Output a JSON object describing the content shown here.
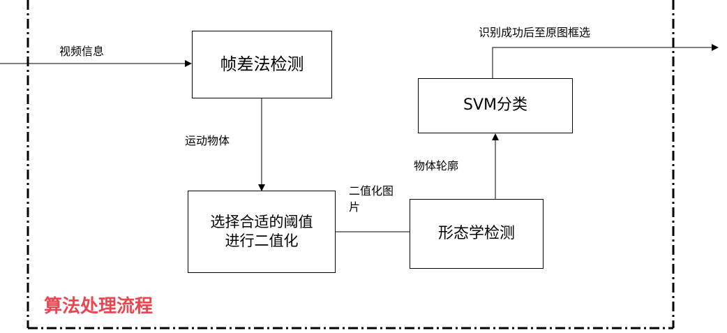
{
  "colors": {
    "line": "#000000",
    "title": "#e8474f",
    "box_border": "#000000"
  },
  "boxes": {
    "frame_diff": "帧差法检测",
    "threshold_line1": "选择合适的阈值",
    "threshold_line2": "进行二值化",
    "morphology": "形态学检测",
    "svm": "SVM分类"
  },
  "labels": {
    "video_info": "视频信息",
    "moving_object": "运动物体",
    "binary_image_line1": "二值化图",
    "binary_image_line2": "片",
    "object_contour": "物体轮廓",
    "select_on_original": "识别成功后至原图框选"
  },
  "title": "算法处理流程"
}
